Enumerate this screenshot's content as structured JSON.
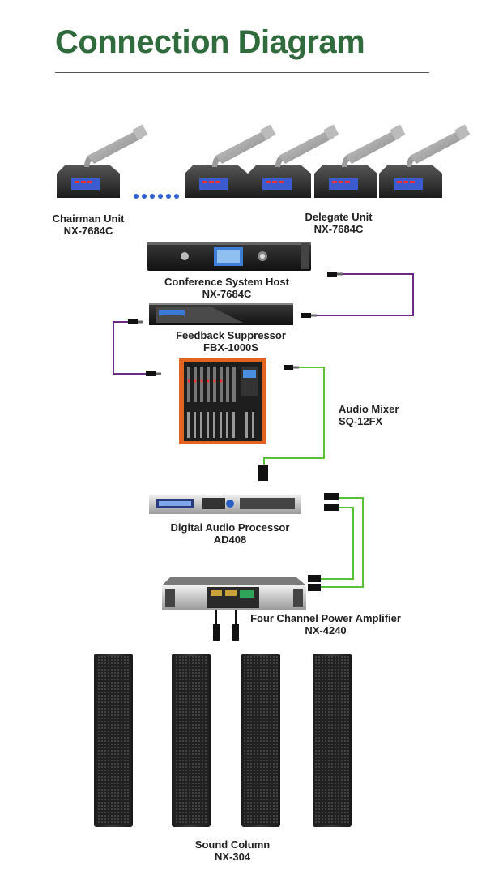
{
  "title": "Connection Diagram",
  "devices": {
    "chairman_unit": {
      "name": "Chairman Unit",
      "model": "NX-7684C"
    },
    "delegate_unit": {
      "name": "Delegate Unit",
      "model": "NX-7684C"
    },
    "conference_host": {
      "name": "Conference System Host",
      "model": "NX-7684C"
    },
    "feedback_suppressor": {
      "name": "Feedback Suppressor",
      "model": "FBX-1000S"
    },
    "audio_mixer": {
      "name": "Audio Mixer",
      "model": "SQ-12FX"
    },
    "audio_processor": {
      "name": "Digital Audio Processor",
      "model": "AD408"
    },
    "power_amplifier": {
      "name": "Four Channel Power Amplifier",
      "model": "NX-4240"
    },
    "sound_column": {
      "name": "Sound Column",
      "model": "NX-304"
    }
  },
  "colors": {
    "title": "#2f6b3c",
    "cable_purple": "#6a2a86",
    "cable_green": "#5bbf3a",
    "device_dark": "#2a2a2a",
    "mixer_orange": "#e2631f"
  },
  "icons": [
    "microphone-unit",
    "rack-device",
    "mixer",
    "xlr-connector",
    "speaker-column"
  ]
}
